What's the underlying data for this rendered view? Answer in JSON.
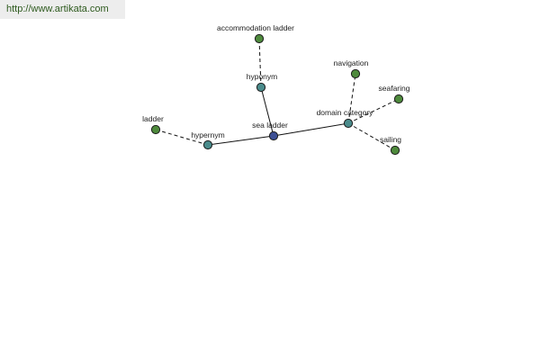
{
  "watermark": "http://www.artikata.com",
  "colors": {
    "center_node": "#3c4f94",
    "relation_node": "#4a8b8b",
    "leaf_node": "#4e8a3c",
    "node_stroke": "#1c1c1c",
    "edge": "#111111"
  },
  "nodes": [
    {
      "id": "sea-ladder",
      "label": "sea ladder",
      "kind": "center"
    },
    {
      "id": "hyponym",
      "label": "hyponym",
      "kind": "relation"
    },
    {
      "id": "hypernym",
      "label": "hypernym",
      "kind": "relation"
    },
    {
      "id": "domain-category",
      "label": "domain category",
      "kind": "relation"
    },
    {
      "id": "accommodation-ladder",
      "label": "accommodation ladder",
      "kind": "leaf"
    },
    {
      "id": "ladder",
      "label": "ladder",
      "kind": "leaf"
    },
    {
      "id": "navigation",
      "label": "navigation",
      "kind": "leaf"
    },
    {
      "id": "seafaring",
      "label": "seafaring",
      "kind": "leaf"
    },
    {
      "id": "sailing",
      "label": "sailing",
      "kind": "leaf"
    }
  ],
  "edges": [
    {
      "from": "sea-ladder",
      "to": "hyponym",
      "style": "solid"
    },
    {
      "from": "sea-ladder",
      "to": "hypernym",
      "style": "solid"
    },
    {
      "from": "sea-ladder",
      "to": "domain-category",
      "style": "solid"
    },
    {
      "from": "hyponym",
      "to": "accommodation-ladder",
      "style": "dashed"
    },
    {
      "from": "hypernym",
      "to": "ladder",
      "style": "dashed"
    },
    {
      "from": "domain-category",
      "to": "navigation",
      "style": "dashed"
    },
    {
      "from": "domain-category",
      "to": "seafaring",
      "style": "dashed"
    },
    {
      "from": "domain-category",
      "to": "sailing",
      "style": "dashed"
    }
  ]
}
